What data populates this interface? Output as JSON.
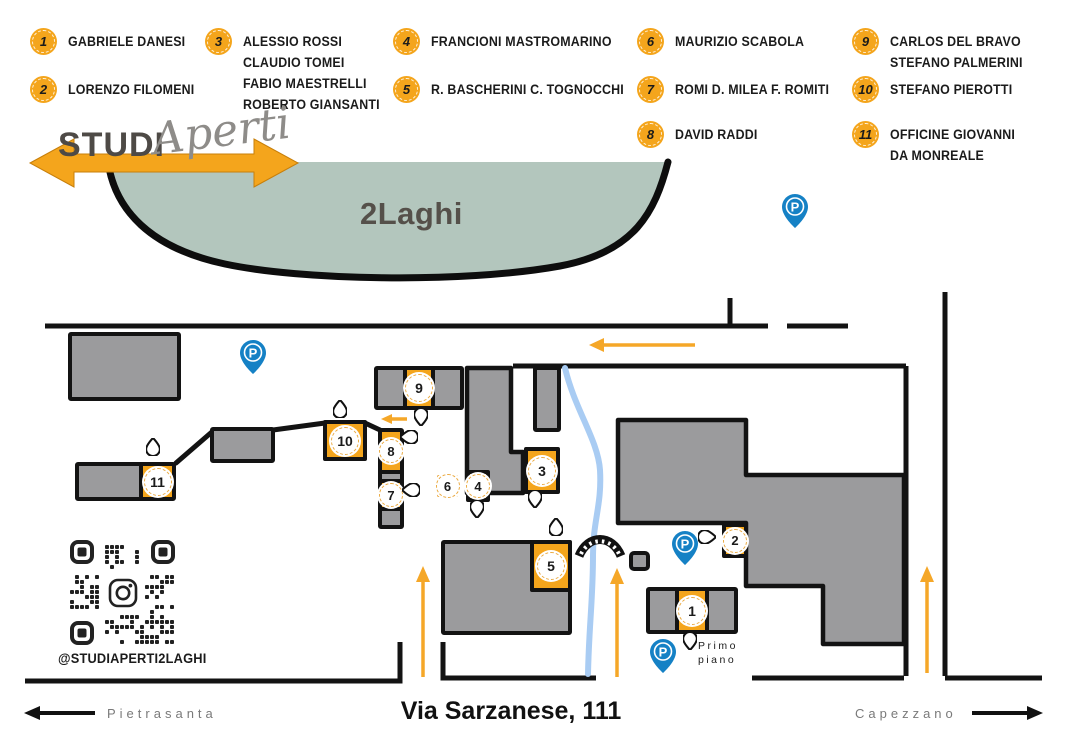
{
  "legend": {
    "items": [
      {
        "number": "1",
        "names": [
          "GABRIELE DANESI"
        ]
      },
      {
        "number": "2",
        "names": [
          "LORENZO FILOMENI"
        ]
      },
      {
        "number": "3",
        "names": [
          "ALESSIO ROSSI",
          "CLAUDIO TOMEI",
          "FABIO MAESTRELLI",
          "ROBERTO GIANSANTI"
        ]
      },
      {
        "number": "4",
        "names": [
          "FRANCIONI MASTROMARINO"
        ]
      },
      {
        "number": "5",
        "names": [
          "R. BASCHERINI C. TOGNOCCHI"
        ]
      },
      {
        "number": "6",
        "names": [
          "MAURIZIO SCABOLA"
        ]
      },
      {
        "number": "7",
        "names": [
          "ROMI D. MILEA F. ROMITI"
        ]
      },
      {
        "number": "8",
        "names": [
          "DAVID RADDI"
        ]
      },
      {
        "number": "9",
        "names": [
          "CARLOS DEL BRAVO",
          "STEFANO PALMERINI"
        ]
      },
      {
        "number": "10",
        "names": [
          "STEFANO PIEROTTI"
        ]
      },
      {
        "number": "11",
        "names": [
          "OFFICINE GIOVANNI",
          "DA MONREALE"
        ]
      }
    ]
  },
  "logo": {
    "word1": "STUDI",
    "word2": "Aperti"
  },
  "lake": {
    "label": "2Laghi"
  },
  "map": {
    "markers": [
      {
        "number": "1"
      },
      {
        "number": "2"
      },
      {
        "number": "3"
      },
      {
        "number": "4"
      },
      {
        "number": "5"
      },
      {
        "number": "6"
      },
      {
        "number": "7"
      },
      {
        "number": "8"
      },
      {
        "number": "9"
      },
      {
        "number": "10"
      },
      {
        "number": "11"
      }
    ],
    "parking_label": "P",
    "primo_piano_lines": [
      "Primo",
      "piano"
    ]
  },
  "footer": {
    "street": "Via Sarzanese, 111",
    "left_destination": "Pietrasanta",
    "right_destination": "Capezzano"
  },
  "social": {
    "instagram_handle": "@STUDIAPERTI2LAGHI"
  },
  "colors": {
    "accent_orange": "#F4A51C",
    "parking_blue": "#1581C5",
    "lake_green": "#B3C6BD",
    "building_gray": "#9B9B9D",
    "river_blue": "#A9CCF3"
  }
}
